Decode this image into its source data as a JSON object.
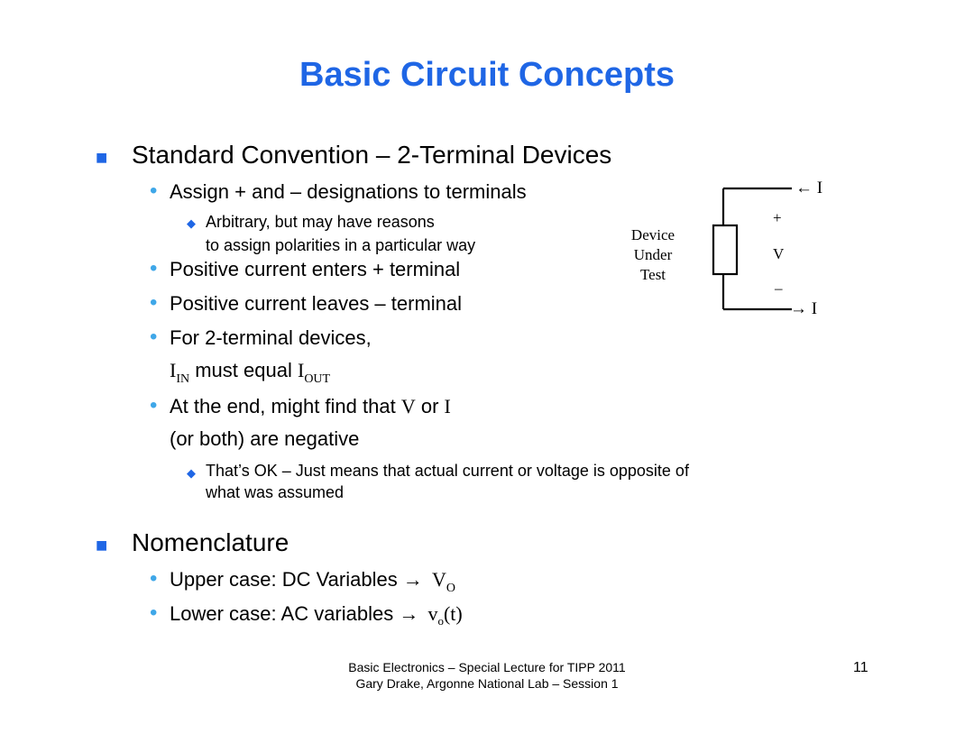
{
  "title": "Basic Circuit Concepts",
  "section1": {
    "heading": "Standard Convention – 2-Terminal Devices",
    "item_assign": "Assign + and – designations to terminals",
    "sub_arbitrary_1": "Arbitrary, but may have reasons",
    "sub_arbitrary_2": "to assign polarities in a particular way",
    "item_pos_enters": "Positive current enters + terminal",
    "item_pos_leaves": "Positive current leaves – terminal",
    "item_two_terminal": "For 2-terminal devices,",
    "iin_symbol": "I",
    "iin_sub": "IN",
    "must_equal": "must equal",
    "iout_symbol": "I",
    "iout_sub": "OUT",
    "item_at_end_prefix": "At the end, might find that",
    "v_symbol": "V",
    "or_word": "or",
    "i_symbol": "I",
    "item_at_end_line2": "(or both) are negative",
    "sub_ok_1": "That’s OK – Just means that actual current or voltage is opposite of",
    "sub_ok_2": "what was assumed"
  },
  "section2": {
    "heading": "Nomenclature",
    "upper_label": "Upper case:  DC Variables →",
    "upper_symbol": "V",
    "upper_sub": "O",
    "lower_label": "Lower case:  AC variables →",
    "lower_symbol": "v",
    "lower_sub": "o",
    "lower_suffix": "(t)"
  },
  "diagram": {
    "device_line1": "Device",
    "device_line2": "Under",
    "device_line3": "Test",
    "current_top": "← I",
    "current_bottom": "→ I",
    "plus": "+",
    "voltage": "V",
    "minus": "–"
  },
  "footer": {
    "line1": "Basic Electronics – Special Lecture for TIPP 2011",
    "line2": "Gary Drake, Argonne National Lab – Session 1",
    "page_number": "11"
  },
  "colors": {
    "title": "#1f66e5",
    "bullet_square": "#1f66e5",
    "bullet_dot": "#3fa7e8"
  }
}
